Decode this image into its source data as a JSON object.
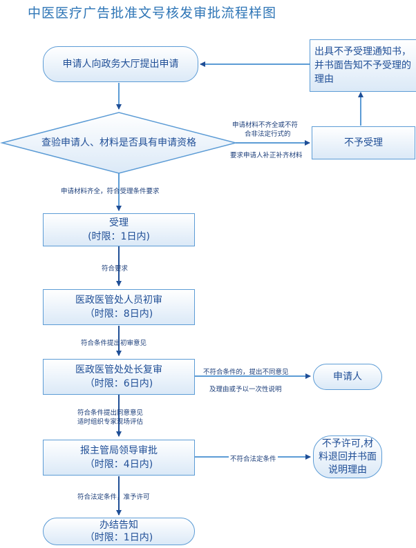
{
  "title": "中医医疗广告批准文号核发审批流程样图",
  "nodes": {
    "apply": "申请人向政务大厅提出申请",
    "check": "查验申请人、材料是否具有申请资格",
    "reject": "不予受理",
    "notice": "出具不予受理通知书，并书面告知不予受理的理由",
    "accept": {
      "line1": "受理",
      "line2": "(时限：1日内)"
    },
    "initial": {
      "line1": "医政医管处人员初审",
      "line2": "（时限：8日内)"
    },
    "review": {
      "line1": "医政医管处处长复审",
      "line2": "（时限：6日内)"
    },
    "applicant": "申请人",
    "approve": {
      "line1": "报主管局领导审批",
      "line2": "（时限：4日内)"
    },
    "deny": "不予许可,材料退回并书面说明理由",
    "finish": {
      "line1": "办结告知",
      "line2": "（时限：1日内)"
    }
  },
  "edges": {
    "incomplete_top_1": "申请材料不齐全或不符",
    "incomplete_top_2": "合非法定行式的",
    "incomplete_bottom": "要求申请人补正补齐材料",
    "complete": "申请材料齐全，符合受理条件要求",
    "meets": "符合要求",
    "initial_opinion": "符合条件提出初审意见",
    "not_meet_1": "不符合条件的，提出不同意见",
    "not_meet_2": "及理由或予以一次性说明",
    "agree_1": "符合条件提出同意意见",
    "agree_2": "适时组织专家现场评估",
    "not_legal": "不符合法定条件",
    "legal": "符合法定条件，准予许可"
  }
}
